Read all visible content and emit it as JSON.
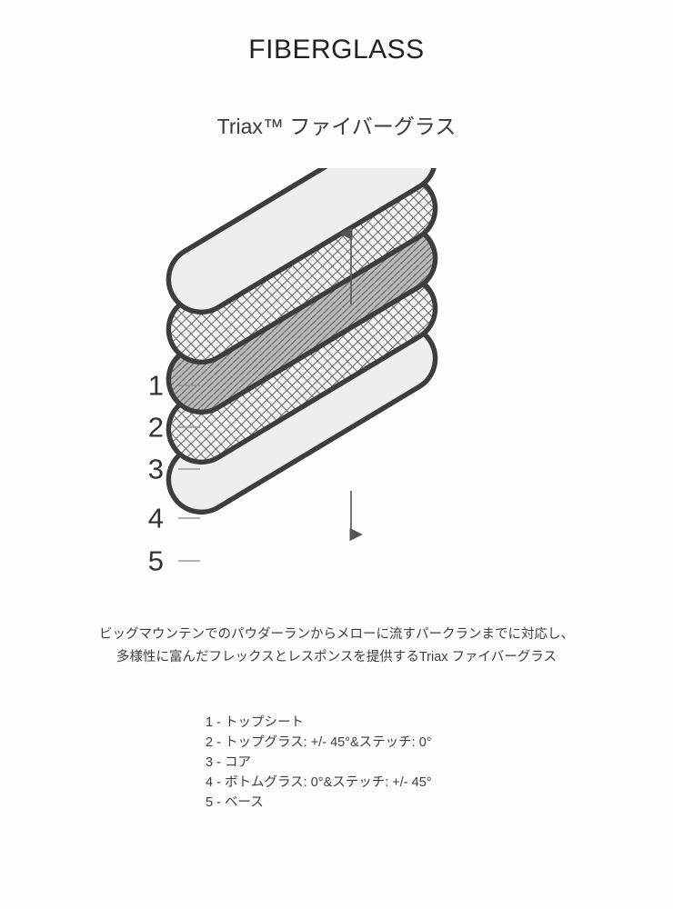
{
  "title": "FIBERGLASS",
  "subtitle": "Triax™ ファイバーグラス",
  "description_line1": "ビッグマウンテンでのパウダーランからメローに流すパークランまでに対応し、",
  "description_line2": "多様性に富んだフレックスとレスポンスを提供するTriax ファイバーグラス",
  "diagram": {
    "callouts": [
      {
        "number": "1"
      },
      {
        "number": "2"
      },
      {
        "number": "3"
      },
      {
        "number": "4"
      },
      {
        "number": "5"
      }
    ],
    "layers": [
      {
        "id": "layer-1-topsheet",
        "fill": "#eeeeee",
        "pattern": "solid"
      },
      {
        "id": "layer-2-top-glass",
        "fill": "#f2f2f2",
        "pattern": "crosshatch"
      },
      {
        "id": "layer-3-core",
        "fill": "#b9b9b9",
        "pattern": "diagonal"
      },
      {
        "id": "layer-4-bottom-glass",
        "fill": "#f2f2f2",
        "pattern": "crosshatch"
      },
      {
        "id": "layer-5-base",
        "fill": "#eeeeee",
        "pattern": "solid"
      }
    ],
    "outline_color": "#3d3d3d",
    "arrow_color": "#555555",
    "leader_color": "#999999"
  },
  "legend": [
    "1 - トップシート",
    "2 - トップグラス: +/- 45°&ステッチ: 0°",
    "3 - コア",
    "4 - ボトムグラス: 0°&ステッチ: +/- 45°",
    "5 - ベース"
  ]
}
